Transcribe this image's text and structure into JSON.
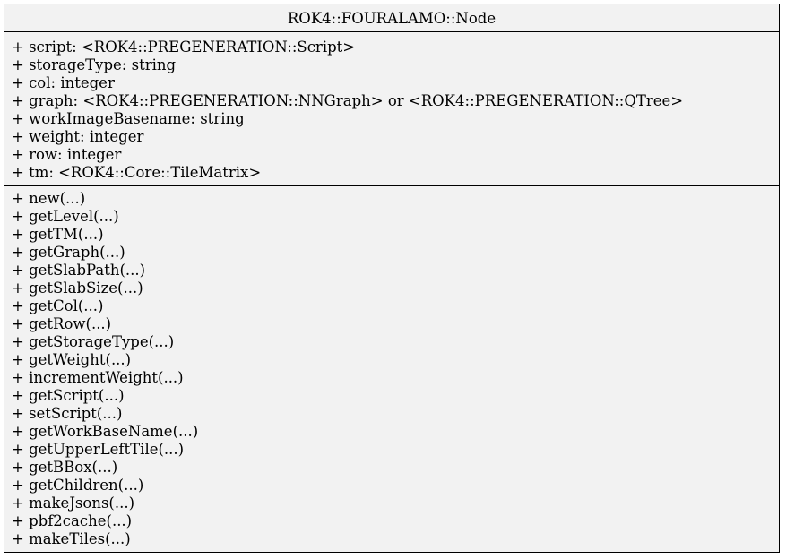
{
  "class": {
    "name": "ROK4::FOURALAMO::Node",
    "attributes": [
      "+ script: <ROK4::PREGENERATION::Script>",
      "+ storageType: string",
      "+ col: integer",
      "+ graph: <ROK4::PREGENERATION::NNGraph> or <ROK4::PREGENERATION::QTree>",
      "+ workImageBasename: string",
      "+ weight: integer",
      "+ row: integer",
      "+ tm: <ROK4::Core::TileMatrix>"
    ],
    "methods": [
      "+ new(...)",
      "+ getLevel(...)",
      "+ getTM(...)",
      "+ getGraph(...)",
      "+ getSlabPath(...)",
      "+ getSlabSize(...)",
      "+ getCol(...)",
      "+ getRow(...)",
      "+ getStorageType(...)",
      "+ getWeight(...)",
      "+ incrementWeight(...)",
      "+ getScript(...)",
      "+ setScript(...)",
      "+ getWorkBaseName(...)",
      "+ getUpperLeftTile(...)",
      "+ getBBox(...)",
      "+ getChildren(...)",
      "+ makeJsons(...)",
      "+ pbf2cache(...)",
      "+ makeTiles(...)"
    ]
  }
}
